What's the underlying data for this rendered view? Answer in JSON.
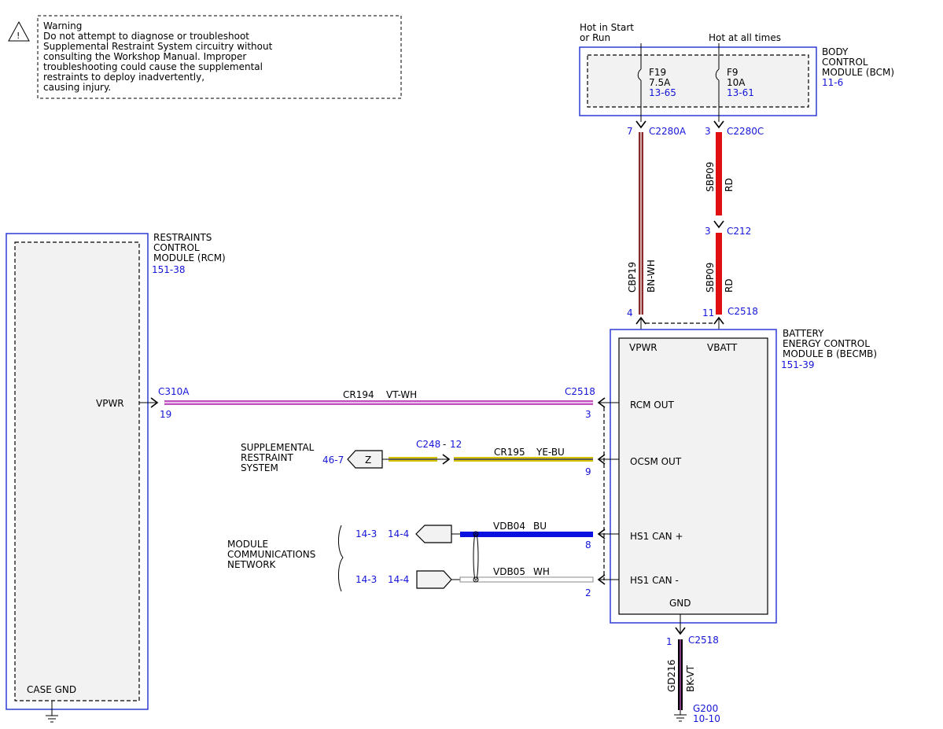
{
  "warning": {
    "title": "Warning",
    "lines": [
      "Do not attempt to diagnose or troubleshoot",
      "Supplemental Restraint System circuitry without",
      "consulting the Workshop Manual. Improper",
      "troubleshooting could cause the supplemental",
      "restraints to deploy inadvertently,",
      "causing injury."
    ],
    "icon": "warning-triangle-icon"
  },
  "bcm": {
    "name_lines": [
      "BODY",
      "CONTROL",
      "MODULE (BCM)"
    ],
    "ref": "11-6",
    "feed_start_lines": [
      "Hot in Start",
      "or Run"
    ],
    "feed_always": "Hot at all times",
    "fuses": [
      {
        "name": "F19",
        "rating": "7.5A",
        "ref": "13-65"
      },
      {
        "name": "F9",
        "rating": "10A",
        "ref": "13-61"
      }
    ]
  },
  "rcm": {
    "name_lines": [
      "RESTRAINTS",
      "CONTROL",
      "MODULE (RCM)"
    ],
    "ref": "151-38",
    "pin_vpwr": "VPWR",
    "case_gnd": "CASE GND"
  },
  "becmb": {
    "name_lines": [
      "BATTERY",
      "ENERGY CONTROL",
      "MODULE B (BECMB)"
    ],
    "ref": "151-39",
    "pins": {
      "vpwr": "VPWR",
      "vbatt": "VBATT",
      "rcm_out": "RCM OUT",
      "ocsm_out": "OCSM OUT",
      "hs1_can_plus": "HS1 CAN +",
      "hs1_can_minus": "HS1 CAN -",
      "gnd": "GND"
    }
  },
  "wires": {
    "cbp19": {
      "circuit": "CBP19",
      "color": "BN-WH",
      "from_pin": "7",
      "from_connector": "C2280A",
      "to_pin": "4"
    },
    "sbp09_upper": {
      "circuit": "SBP09",
      "color": "RD",
      "from_pin": "3",
      "from_connector": "C2280C"
    },
    "sbp09_lower": {
      "circuit": "SBP09",
      "color": "RD",
      "from_pin": "3",
      "from_connector": "C212",
      "to_pin": "11",
      "to_connector": "C2518"
    },
    "cr194": {
      "circuit": "CR194",
      "color": "VT-WH",
      "rcm_connector": "C310A",
      "rcm_pin": "19",
      "becm_connector": "C2518",
      "becm_pin": "3"
    },
    "cr195": {
      "circuit": "CR195",
      "color": "YE-BU",
      "inline_connector": "C248",
      "inline_sep": "-",
      "inline_pin": "12",
      "becm_pin": "9"
    },
    "vdb04": {
      "circuit": "VDB04",
      "color": "BU",
      "becm_pin": "8"
    },
    "vdb05": {
      "circuit": "VDB05",
      "color": "WH",
      "becm_pin": "2"
    },
    "gd216": {
      "circuit": "GD216",
      "color": "BK-VT",
      "pin": "1",
      "connector": "C2518",
      "ground": "G200",
      "ground_ref": "10-10"
    }
  },
  "srs": {
    "name_lines": [
      "SUPPLEMENTAL",
      "RESTRAINT",
      "SYSTEM"
    ],
    "ref": "46-7",
    "tag": "Z"
  },
  "network": {
    "name_lines": [
      "MODULE",
      "COMMUNICATIONS",
      "NETWORK"
    ],
    "refs_plus": [
      "14-3",
      "14-4"
    ],
    "refs_minus": [
      "14-3",
      "14-4"
    ]
  },
  "colors": {
    "brown": "#8b2a2a",
    "red": "#e01010",
    "violet": "#c050c0",
    "yellow": "#d4c400",
    "blue": "#0a10e0",
    "black": "#000000",
    "ref_blue": "#1515d9",
    "module_outline": "#2b3bd6"
  }
}
